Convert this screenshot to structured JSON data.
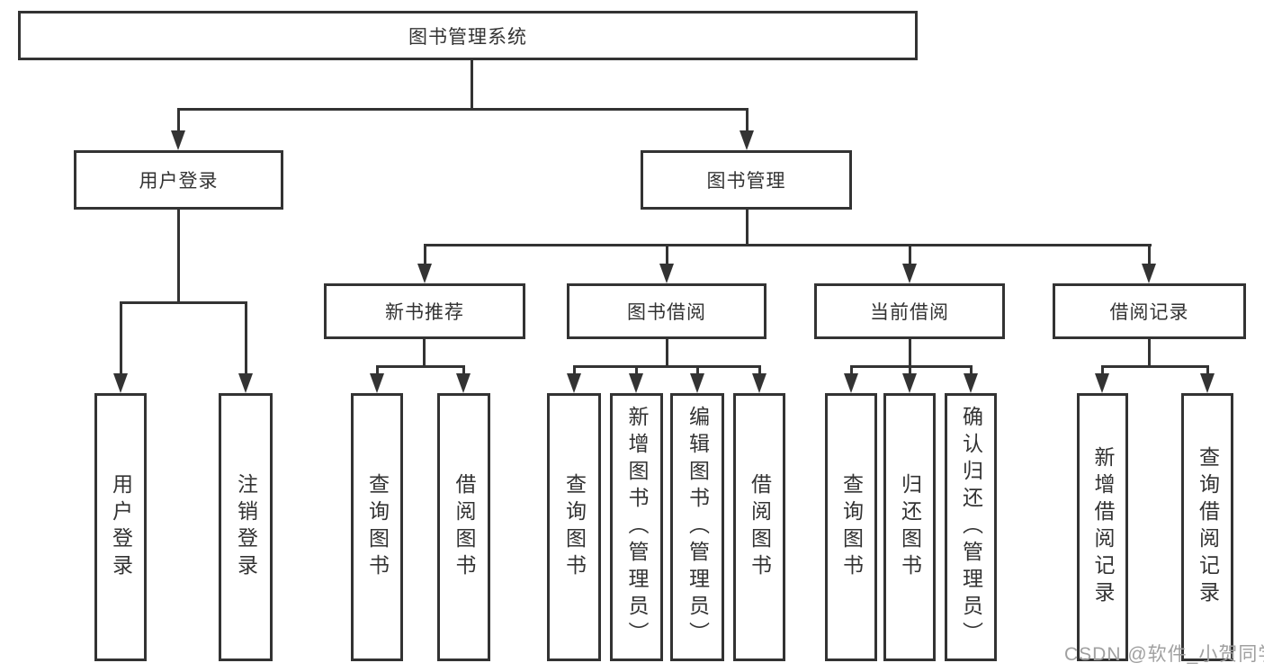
{
  "diagram": {
    "title": "图书管理系统",
    "watermark": "CSDN @软件_小贺同学",
    "colors": {
      "line": "#333333",
      "text": "#333333",
      "background": "#ffffff",
      "watermark": "#a0a0a0"
    }
  },
  "nodes": {
    "root": "图书管理系统",
    "user_login": "用户登录",
    "book_management": "图书管理",
    "new_book_recommend": "新书推荐",
    "book_borrow": "图书借阅",
    "current_borrow": "当前借阅",
    "borrow_records": "借阅记录",
    "leaf_user_login": "用户登录",
    "leaf_logout": "注销登录",
    "leaf_recommend_query": "查询图书",
    "leaf_recommend_borrow": "借阅图书",
    "leaf_borrow_query": "查询图书",
    "leaf_borrow_add": "新增图书（管理员）",
    "leaf_borrow_edit": "编辑图书（管理员）",
    "leaf_borrow_borrow": "借阅图书",
    "leaf_current_query": "查询图书",
    "leaf_current_return": "归还图书",
    "leaf_current_confirm": "确认归还（管理员）",
    "leaf_records_add": "新增借阅记录",
    "leaf_records_query": "查询借阅记录"
  }
}
